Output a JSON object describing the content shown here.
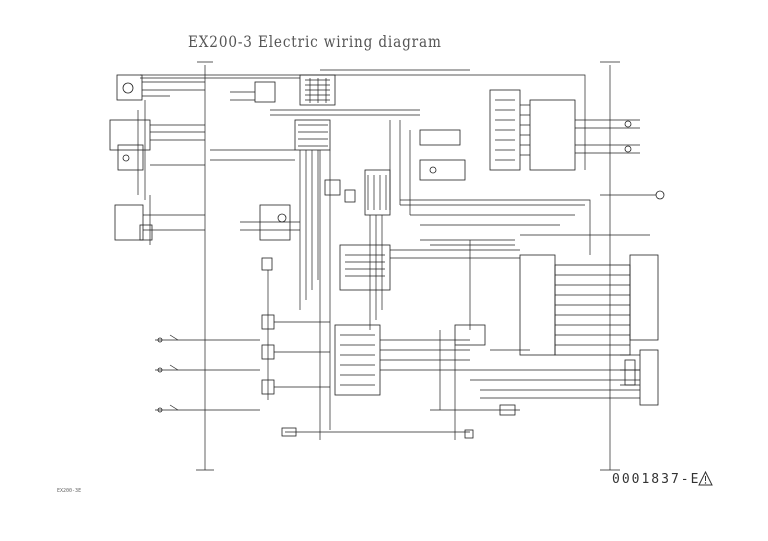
{
  "title": "EX200-3 Electric wiring diagram",
  "document_number": "0001837-E",
  "warning_icon": "warning-triangle-icon",
  "sheet_label": "EX200-3E"
}
